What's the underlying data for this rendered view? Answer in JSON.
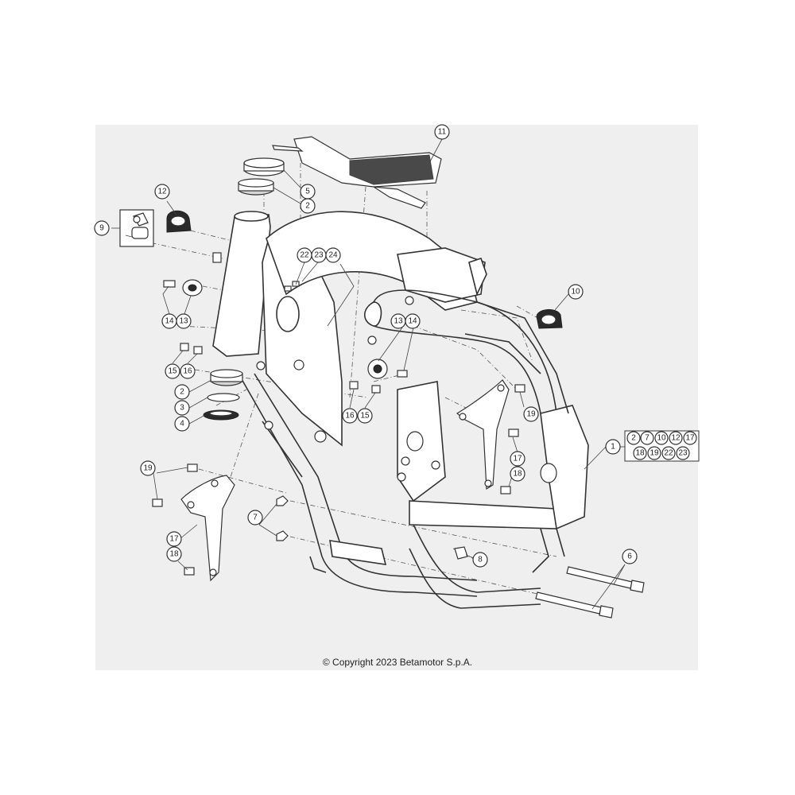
{
  "copyright": "© Copyright 2023 Betamotor S.p.A.",
  "callouts": [
    {
      "id": "c11",
      "label": "11"
    },
    {
      "id": "c5",
      "label": "5"
    },
    {
      "id": "c2a",
      "label": "2"
    },
    {
      "id": "c12",
      "label": "12"
    },
    {
      "id": "c9",
      "label": "9"
    },
    {
      "id": "c22a",
      "label": "22"
    },
    {
      "id": "c23a",
      "label": "23"
    },
    {
      "id": "c24",
      "label": "24"
    },
    {
      "id": "c10",
      "label": "10"
    },
    {
      "id": "c14a",
      "label": "14"
    },
    {
      "id": "c13a",
      "label": "13"
    },
    {
      "id": "c13b",
      "label": "13"
    },
    {
      "id": "c14b",
      "label": "14"
    },
    {
      "id": "c15a",
      "label": "15"
    },
    {
      "id": "c16a",
      "label": "16"
    },
    {
      "id": "c2b",
      "label": "2"
    },
    {
      "id": "c3",
      "label": "3"
    },
    {
      "id": "c4",
      "label": "4"
    },
    {
      "id": "c16b",
      "label": "16"
    },
    {
      "id": "c15b",
      "label": "15"
    },
    {
      "id": "c19a",
      "label": "19"
    },
    {
      "id": "c1",
      "label": "1"
    },
    {
      "id": "c17a",
      "label": "17"
    },
    {
      "id": "c18a",
      "label": "18"
    },
    {
      "id": "c19b",
      "label": "19"
    },
    {
      "id": "c17b",
      "label": "17"
    },
    {
      "id": "c18b",
      "label": "18"
    },
    {
      "id": "c7",
      "label": "7"
    },
    {
      "id": "c8",
      "label": "8"
    },
    {
      "id": "c6",
      "label": "6"
    }
  ],
  "kit_box": {
    "row1": [
      "2",
      "7",
      "10",
      "12",
      "17"
    ],
    "row2": [
      "18",
      "19",
      "22",
      "23"
    ]
  }
}
